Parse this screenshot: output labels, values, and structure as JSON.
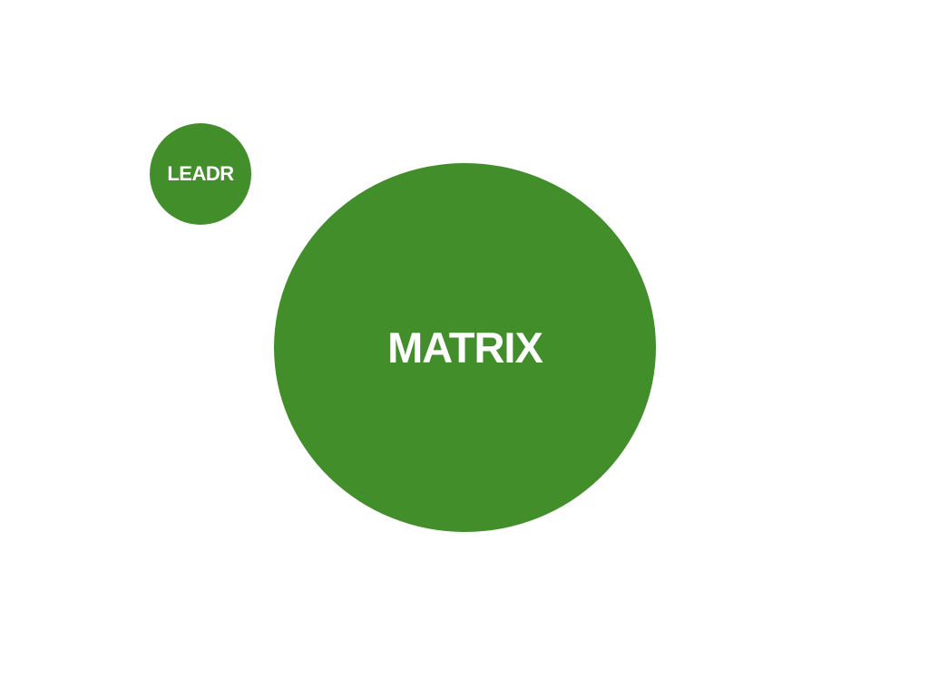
{
  "diagram": {
    "nodes": [
      {
        "id": "leadr",
        "label": "LEADR",
        "shape": "circle",
        "color": "#428e2b",
        "text_color": "#ffffff",
        "size": "small"
      },
      {
        "id": "matrix",
        "label": "MATRIX",
        "shape": "circle",
        "color": "#428e2b",
        "text_color": "#ffffff",
        "size": "large"
      }
    ]
  },
  "colors": {
    "background": "#ffffff",
    "node_fill": "#428e2b",
    "node_text": "#ffffff"
  }
}
